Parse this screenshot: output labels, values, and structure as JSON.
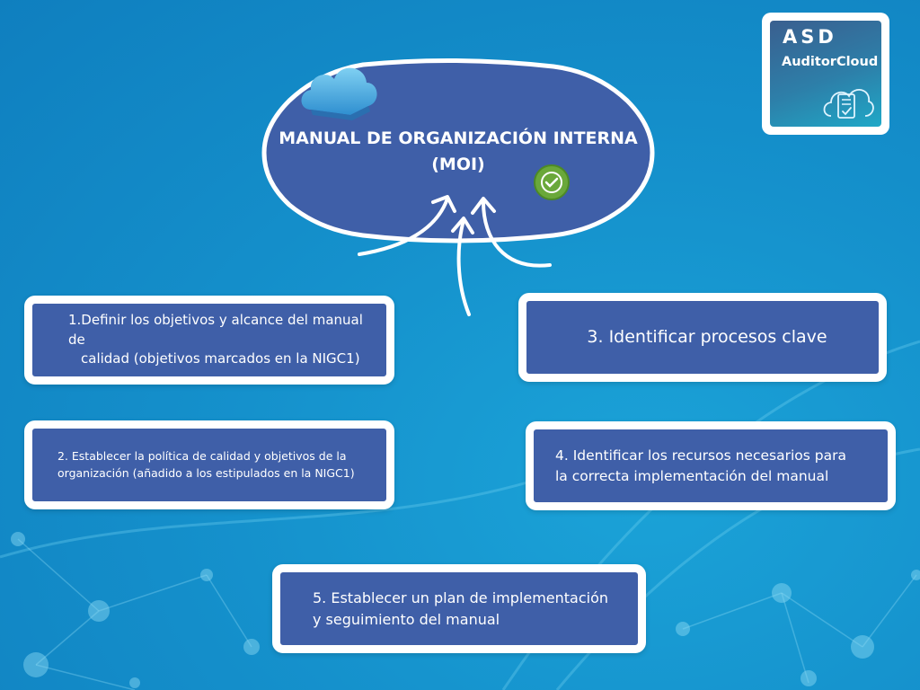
{
  "main": {
    "title_line1": "MANUAL DE ORGANIZACIÓN INTERNA",
    "title_line2": "(MOI)"
  },
  "steps": [
    {
      "line1": "1.Definir los objetivos y alcance del manual de",
      "line2": "calidad (objetivos marcados en la NIGC1)"
    },
    {
      "line1": "2. Establecer la política de calidad y objetivos de la",
      "line2": "organización (añadido a los estipulados en la NIGC1)"
    },
    {
      "line1": "3. Identificar procesos clave"
    },
    {
      "line1": "4. Identificar los recursos necesarios para",
      "line2": "la correcta implementación del manual"
    },
    {
      "line1": "5. Establecer un plan de implementación",
      "line2": "y seguimiento del manual"
    }
  ],
  "logo": {
    "mark": "ASD",
    "name": "AuditorCloud"
  },
  "icons": {
    "cloud": "cloud-icon",
    "badge": "verified-badge-icon",
    "logo_icon": "cloud-document-check-icon"
  },
  "colors": {
    "box_fill": "#3f5fa8",
    "box_border": "#ffffff",
    "badge_green": "#6aa83a"
  }
}
